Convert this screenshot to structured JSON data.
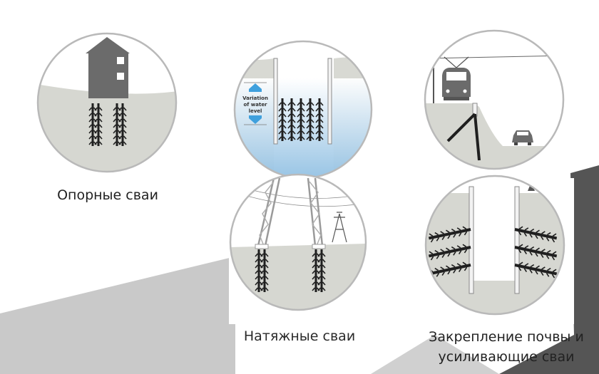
{
  "captions": {
    "support": "Опорные сваи",
    "tension": "Натяжные сваи",
    "anchor_line1": "Закрепление почвы и",
    "anchor_line2": "усиливающие сваи"
  },
  "water_label": {
    "line1": "Variation",
    "line2": "of water",
    "line3": "level"
  },
  "colors": {
    "circle_border": "#b9b9b9",
    "sky": "#ffffff",
    "ground": "#d7d8d2",
    "building": "#6d6d6d",
    "pile": "#1f1f1f",
    "water": "#9dc5e2",
    "water_arrow": "#3fa0dd",
    "background_shape_light": "#c8c8c8",
    "background_shape_dark": "#5a5a5a"
  }
}
